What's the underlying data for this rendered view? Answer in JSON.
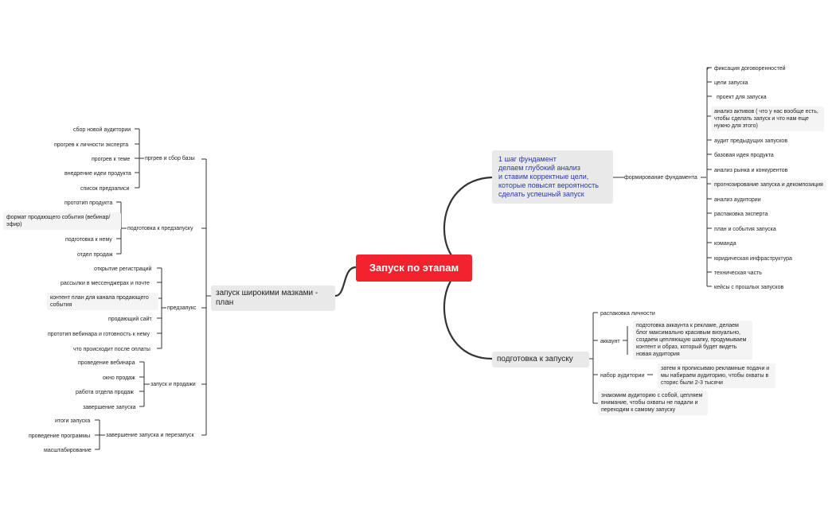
{
  "root": {
    "label": "Запуск по этапам",
    "color": "#f2232f"
  },
  "branches": {
    "foundation": {
      "label": "1 шаг фундамент\nделаем глубокий анализ\nи ставим корректные цели,\nкоторые повысят вероятность\nсделать успешный запуск",
      "sub": {
        "label": "формирование фундамента",
        "items": [
          "фиксация договоренностей",
          "цели запуска",
          "проект для запуска",
          "анализ активов ( что у нас вообще есть,\nчтобы сделать запуск и что нам еще\nнужно для этого)",
          "аудит предыдущих запусков",
          "базовая идея продукта",
          "анализ рынка и конкурентов",
          "прогнозирование запуска и декомпозиция",
          "анализ аудитории",
          "распаковка эксперта",
          "план и события запуска",
          "команда",
          "юридическая инфраструктура",
          "техническая часть",
          "кейсы с прошлых запусков"
        ]
      }
    },
    "prep": {
      "label": "подготовка к запуску",
      "items": {
        "unpack": "распаковка личности",
        "account": "аккаунт",
        "account_detail": "подготовка аккаунта к рекламе, делаем\nблог максимально красивым визуально,\nсоздаем цепляющую шапку, продумываем\nконтент и образ, который будет видеть\nновая аудитория",
        "audience": "набор аудитории",
        "audience_detail": "затем я прописываю рекламные подачи и\nмы набираем аудиторию, чтобы охваты в\nсторис были 2-3 тысячи",
        "acquaint": "знакомим аудиторию с собой, цепляем\nвнимание, чтобы охваты не падали и\nпереходим к самому запуску"
      }
    },
    "broad": {
      "label": "запуск широкими мазками -\nплан",
      "groups": {
        "warmup": {
          "label": "пргрев и сбор базы",
          "items": [
            "сбор новой аудитории",
            "прогрев к личности эксперта",
            "прогрев к теме",
            "внедрение идеи продукта",
            "список предзаписи"
          ]
        },
        "preparation": {
          "label": "подготовка к предзапуску",
          "items": [
            "прототип продукта",
            "формат продающего события (вебинар/\nэфир)",
            "подготовка к нему",
            "отдел продаж"
          ]
        },
        "prelaunch": {
          "label": "предзапукс",
          "items": [
            "открытие регистраций",
            "рассылки в мессенджерах и почте",
            "контент план для канала продающего\nсобытия",
            "продающий сайт",
            "прототип вебинара и готовность к нему",
            "что происходит после оплаты"
          ]
        },
        "launch": {
          "label": "запуск и продажи",
          "items": [
            "проведение вебинара",
            "окно продаж",
            "работа отдела продаж",
            "завершение запуска"
          ]
        },
        "finish": {
          "label": "завершение запуска и перезапуск",
          "items": [
            "итоги запуска",
            "проведение программы",
            "масштабирование"
          ]
        }
      }
    }
  }
}
